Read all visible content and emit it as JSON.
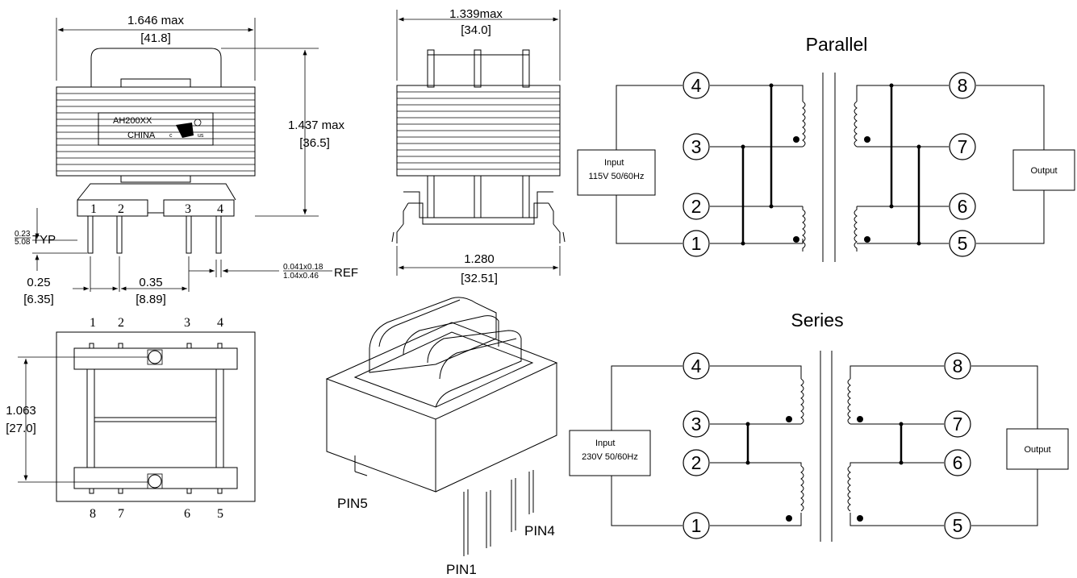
{
  "front_view": {
    "width_label": "1.646 max",
    "width_mm": "[41.8]",
    "height_label": "1.437 max",
    "height_mm": "[36.5]",
    "pin_len_num": "0.23",
    "pin_len_den": "5.08",
    "pin_len_suffix": "TYP",
    "pitch1_label": "0.25",
    "pitch1_mm": "[6.35]",
    "pitch2_label": "0.35",
    "pitch2_mm": "[8.89]",
    "pin_size_num": "0.041x0.18",
    "pin_size_den": "1.04x0.46",
    "pin_size_suffix": "REF",
    "label_part": "AH200XX",
    "label_country": "CHINA",
    "ul_c": "c",
    "ul_us": "us",
    "pins_top": [
      "1",
      "2",
      "3",
      "4"
    ]
  },
  "side_view": {
    "depth_label": "1.339max",
    "depth_mm": "[34.0]",
    "span_label": "1.280",
    "span_mm": "[32.51]"
  },
  "bottom_view": {
    "height_label": "1.063",
    "height_mm": "[27.0]",
    "pins_top": [
      "1",
      "2",
      "3",
      "4"
    ],
    "pins_bottom": [
      "8",
      "7",
      "6",
      "5"
    ]
  },
  "iso_view": {
    "pin5": "PIN5",
    "pin4": "PIN4",
    "pin1": "PIN1"
  },
  "parallel": {
    "title": "Parallel",
    "input_line1": "Input",
    "input_line2": "115V 50/60Hz",
    "output": "Output",
    "pins": [
      "4",
      "3",
      "2",
      "1",
      "8",
      "7",
      "6",
      "5"
    ]
  },
  "series": {
    "title": "Series",
    "input_line1": "Input",
    "input_line2": "230V 50/60Hz",
    "output": "Output",
    "pins": [
      "4",
      "3",
      "2",
      "1",
      "8",
      "7",
      "6",
      "5"
    ]
  }
}
